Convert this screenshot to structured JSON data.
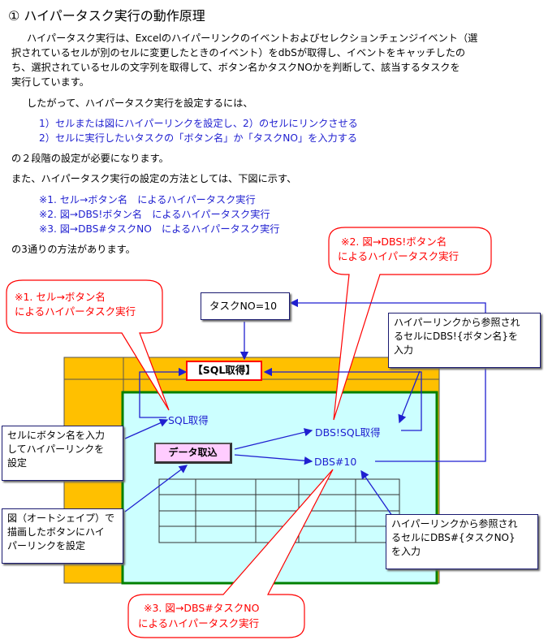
{
  "heading": "① ハイパータスク実行の動作原理",
  "intro": {
    "line1": "ハイパータスク実行は、Excelのハイパーリンクのイベントおよびセレクションチェンジイベント（選",
    "line2": "択されているセルが別のセルに変更したときのイベント）をdbSが取得し、イベントをキャッチしたの",
    "line3": "ち、選択されているセルの文字列を取得して、ボタン名かタスクNOかを判断して、該当するタスクを",
    "line4": "実行しています。"
  },
  "para2": "したがって、ハイパータスク実行を設定するには、",
  "steps": [
    "1）セルまたは図にハイパーリンクを設定し、2）のセルにリンクさせる",
    "2）セルに実行したいタスクの「ボタン名」か「タスクNO」を入力する"
  ],
  "para3": "の２段階の設定が必要になります。",
  "para4": "また、ハイパータスク実行の設定の方法としては、下図に示す、",
  "methods": [
    "※1. セル→ボタン名　によるハイパータスク実行",
    "※2. 図→DBS!ボタン名　によるハイパータスク実行",
    "※3. 図→DBS#タスクNO　によるハイパータスク実行"
  ],
  "para5": "の3通りの方法があります。",
  "diagram": {
    "callout1": [
      "※1. セル→ボタン名",
      "によるハイパータスク実行"
    ],
    "callout2": [
      "※2. 図→DBS!ボタン名",
      "によるハイパータスク実行"
    ],
    "callout3": [
      "※3. 図→DBS#タスクNO",
      "によるハイパータスク実行"
    ],
    "task_no_box": "タスクNO=10",
    "sql_button": "【SQL取得】",
    "sql_cell": "SQL取得",
    "dbs_sql_cell": "DBS!SQL取得",
    "dbs_num_cell": "DBS#10",
    "data_button": "データ取込",
    "note_cell_button": [
      "セルにボタン名を入力",
      "してハイパーリンクを",
      "設定"
    ],
    "note_shape": [
      "図（オートシェイプ）で",
      "描画したボタンにハイ",
      "パーリンクを設定"
    ],
    "note_ref_button": [
      "ハイパーリンクから参照され",
      "るセルにDBS!{ボタン名}を",
      "入力"
    ],
    "note_ref_task": [
      "ハイパーリンクから参照され",
      "るセルにDBS#{タスクNO}",
      "を入力"
    ]
  },
  "colors": {
    "text_blue": "#1f1fd0",
    "callout_red": "#ff0000",
    "sheet_orange": "#ffc000",
    "sheet_cyan": "#ccffff",
    "sheet_green": "#008000",
    "button_pink": "#ffccff"
  }
}
